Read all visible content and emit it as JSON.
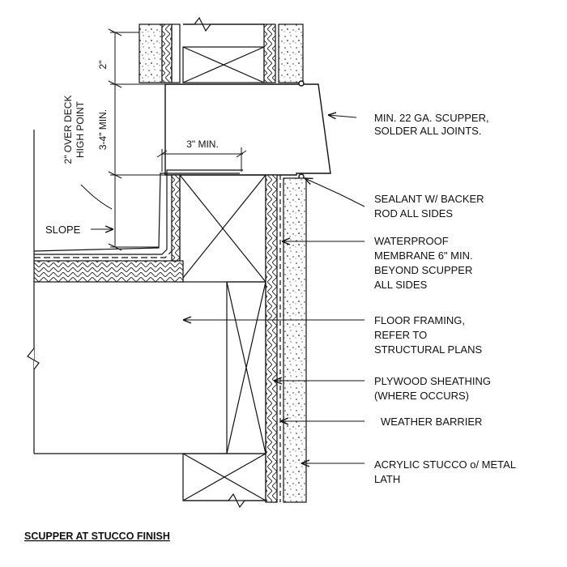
{
  "diagram": {
    "title": "SCUPPER AT STUCCO FINISH",
    "dimensions": {
      "top": "2\"",
      "opening": "3-4\" MIN.",
      "lip": "3\" MIN.",
      "over_deck_line1": "2\" OVER DECK",
      "over_deck_line2": "HIGH POINT"
    },
    "slope_label": "SLOPE",
    "callouts": [
      {
        "lines": [
          "MIN. 22 GA. SCUPPER,",
          "SOLDER ALL JOINTS."
        ]
      },
      {
        "lines": [
          "SEALANT W/ BACKER",
          "ROD ALL SIDES"
        ]
      },
      {
        "lines": [
          "WATERPROOF",
          "MEMBRANE 6\" MIN.",
          "BEYOND SCUPPER",
          "ALL SIDES"
        ]
      },
      {
        "lines": [
          "FLOOR FRAMING,",
          "REFER TO",
          "STRUCTURAL PLANS"
        ]
      },
      {
        "lines": [
          "PLYWOOD SHEATHING",
          "(WHERE OCCURS)"
        ]
      },
      {
        "lines": [
          "WEATHER BARRIER"
        ]
      },
      {
        "lines": [
          "ACRYLIC STUCCO o/ METAL",
          "LATH"
        ]
      }
    ]
  }
}
